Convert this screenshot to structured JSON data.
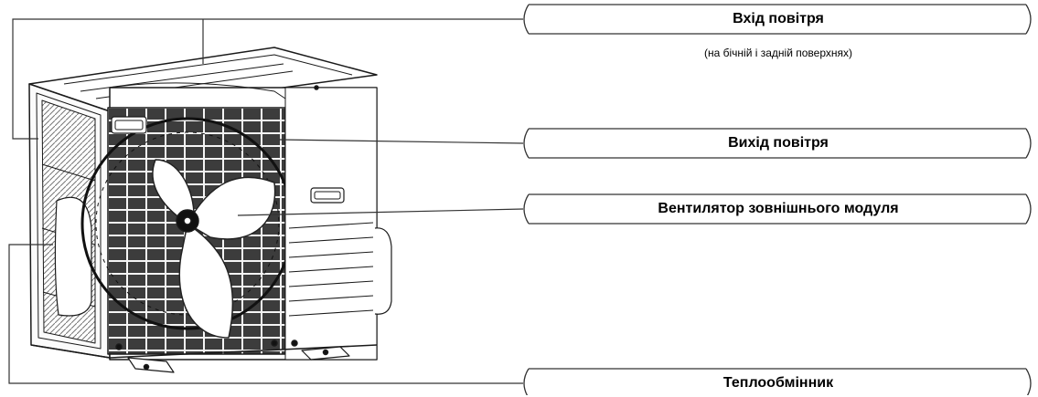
{
  "callouts": [
    {
      "id": "air-inlet",
      "label": "Вхід повітря",
      "note": "(на бічній і задній поверхнях)"
    },
    {
      "id": "air-outlet",
      "label": "Вихід повітря"
    },
    {
      "id": "outdoor-fan",
      "label": "Вентилятор зовнішнього модуля"
    },
    {
      "id": "heat-exchanger",
      "label": "Теплообмінник"
    }
  ]
}
